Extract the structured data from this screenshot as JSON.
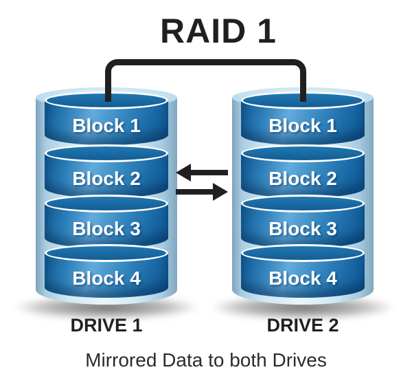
{
  "title": "RAID 1",
  "caption": "Mirrored Data to both Drives",
  "drives": [
    {
      "label": "DRIVE 1",
      "blocks": [
        "Block 1",
        "Block 2",
        "Block 3",
        "Block 4"
      ]
    },
    {
      "label": "DRIVE 2",
      "blocks": [
        "Block 1",
        "Block 2",
        "Block 3",
        "Block 4"
      ]
    }
  ],
  "icons": {
    "left_arrow": "arrow-left-icon",
    "right_arrow": "arrow-right-icon",
    "connector": "mirror-link-bracket"
  },
  "colors": {
    "line_black": "#231f20",
    "block_blue": "#2b7cb7",
    "block_highlight": "#63abdc",
    "block_dark": "#0e5590",
    "block_top_face": "#1a6ba4",
    "shell_light_blue": "#cfe6f2",
    "shell_edge_blue": "#7ea4bd",
    "rim_white": "#ffffff",
    "shadow_gray": "#6e6e6e",
    "background": "#ffffff"
  }
}
